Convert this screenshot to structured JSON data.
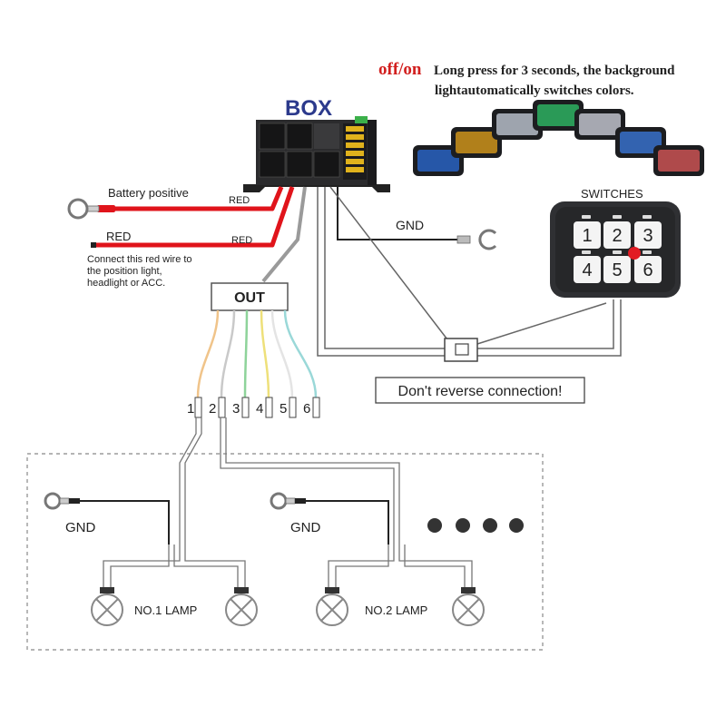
{
  "header": {
    "offon_label": "off/on",
    "line1": "Long press for 3 seconds, the background",
    "line2": "lightautomatically switches colors."
  },
  "box": {
    "title": "BOX"
  },
  "battery": {
    "label": "Battery positive",
    "wire_label": "RED"
  },
  "acc": {
    "label": "RED",
    "wire_label": "RED",
    "note_line1": "Connect this red wire to",
    "note_line2": "the position light,",
    "note_line3": "headlight or ACC."
  },
  "gnd_top": {
    "label": "GND"
  },
  "switches": {
    "title": "SWITCHES",
    "keys": [
      "1",
      "2",
      "3",
      "4",
      "5",
      "6"
    ]
  },
  "out": {
    "label": "OUT"
  },
  "warning": {
    "label": "Don't reverse connection!"
  },
  "terminals": [
    "1",
    "2",
    "3",
    "4",
    "5",
    "6"
  ],
  "lamp_group_1": {
    "gnd": "GND",
    "label": "NO.1  LAMP"
  },
  "lamp_group_2": {
    "gnd": "GND",
    "label": "NO.2  LAMP"
  },
  "colors": {
    "red_wire": "#e0141b",
    "accent_offon": "#d2201f",
    "box_title": "#2c3a8c",
    "panel": "#2f3033",
    "red_dot": "#e21b23"
  }
}
